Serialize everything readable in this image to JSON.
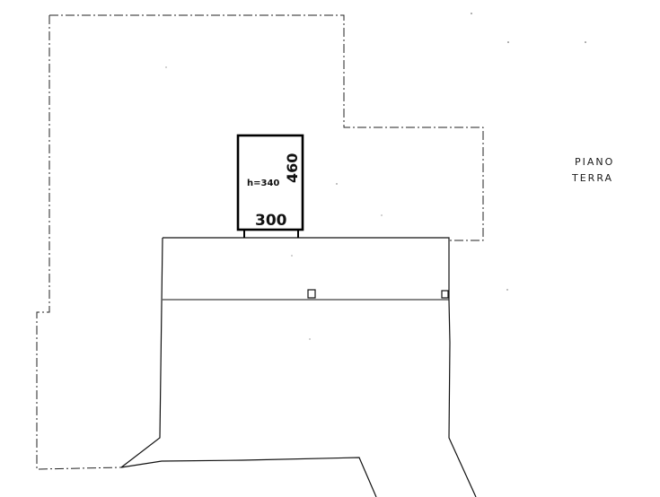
{
  "floor_label": {
    "line1": "PIANO",
    "line2": "TERRA"
  },
  "room": {
    "height_note": "h=340",
    "width_dim": "300",
    "depth_dim": "460"
  }
}
